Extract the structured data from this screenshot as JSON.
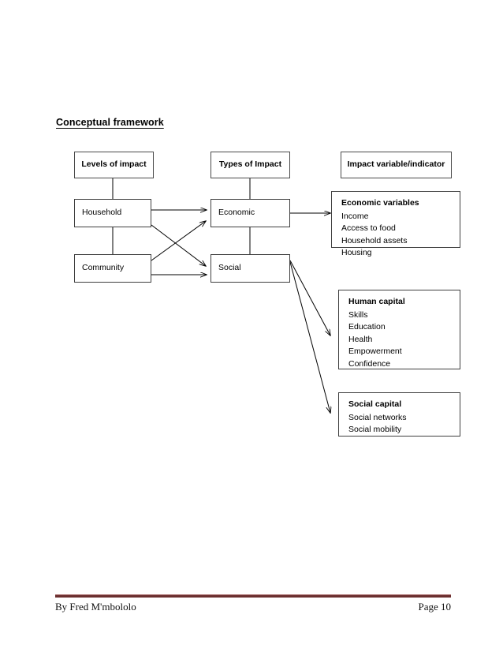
{
  "document": {
    "title": "Conceptual framework"
  },
  "diagram": {
    "type": "flow-diagram",
    "columns": [
      {
        "id": "levels",
        "header": "Levels of impact"
      },
      {
        "id": "types",
        "header": "Types of Impact"
      },
      {
        "id": "impacts",
        "header": "Impact variable/indicator"
      }
    ],
    "levels_nodes": [
      {
        "id": "household",
        "label": "Household"
      },
      {
        "id": "community",
        "label": "Community"
      }
    ],
    "types_nodes": [
      {
        "id": "economic",
        "label": "Economic"
      },
      {
        "id": "social",
        "label": "Social"
      }
    ],
    "impact_nodes": [
      {
        "id": "economic-variables",
        "title": "Economic variables",
        "items": [
          "Income",
          "Access to food",
          "Household assets",
          "Housing"
        ]
      },
      {
        "id": "human-capital",
        "title": "Human capital",
        "items": [
          "Skills",
          "Education",
          "Health",
          "Empowerment",
          "Confidence"
        ]
      },
      {
        "id": "social-capital",
        "title": "Social capital",
        "items": [
          "Social networks",
          "Social mobility"
        ]
      }
    ],
    "connections": [
      {
        "from": "levels-header",
        "to": "household",
        "style": "plain-line"
      },
      {
        "from": "household",
        "to": "community",
        "style": "plain-line"
      },
      {
        "from": "types-header",
        "to": "economic",
        "style": "plain-line"
      },
      {
        "from": "economic",
        "to": "social",
        "style": "plain-line"
      },
      {
        "from": "household",
        "to": "economic",
        "style": "arrow"
      },
      {
        "from": "household",
        "to": "social",
        "style": "arrow"
      },
      {
        "from": "community",
        "to": "economic",
        "style": "arrow"
      },
      {
        "from": "community",
        "to": "social",
        "style": "arrow"
      },
      {
        "from": "economic",
        "to": "economic-variables",
        "style": "arrow"
      },
      {
        "from": "social",
        "to": "human-capital",
        "style": "arrow"
      },
      {
        "from": "social",
        "to": "social-capital",
        "style": "arrow"
      }
    ],
    "colors": {
      "box_border": "#3f3f3f",
      "line": "#000000",
      "background": "#ffffff"
    }
  },
  "footer": {
    "author": "By Fred M'mbololo",
    "page": "Page 10",
    "rule_color": "#6b2f2f"
  }
}
